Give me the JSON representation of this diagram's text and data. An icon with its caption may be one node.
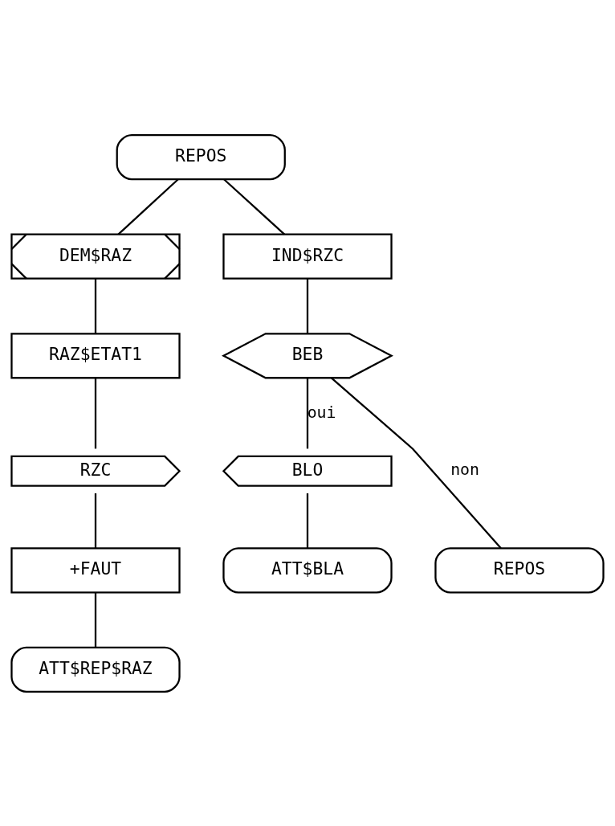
{
  "diagram": {
    "nodes": [
      {
        "text": [
          "REPOS"
        ]
      },
      {
        "text": [
          "DEM$RAZ"
        ]
      },
      {
        "text": [
          "IND$RZC"
        ]
      },
      {
        "text": [
          "RAZ$ETAT1"
        ]
      },
      {
        "text": [
          "BEB"
        ]
      },
      {
        "text": [
          "RZC"
        ]
      },
      {
        "text": [
          "BLO"
        ]
      },
      {
        "text": [
          "+FAUT"
        ]
      },
      {
        "text": [
          "REPOS"
        ]
      },
      {
        "text": [
          "ATT$BLA"
        ]
      },
      {
        "text": [
          "ATT$REP$RAZ"
        ]
      }
    ],
    "edges": [
      {
        "from": 0,
        "to": 1,
        "arrow": "none"
      },
      {
        "from": 0,
        "to": 2,
        "arrow": "none"
      },
      {
        "from": 1,
        "to": 3,
        "arrow": "none"
      },
      {
        "from": 2,
        "to": 4,
        "arrow": "none"
      },
      {
        "from": 3,
        "to": 5,
        "arrow": "none"
      },
      {
        "from": 4,
        "to": 8,
        "label": "non",
        "arrow": "none"
      },
      {
        "from": 4,
        "to": 6,
        "label": "oui",
        "arrow": "none"
      },
      {
        "from": 5,
        "to": 7,
        "arrow": "none"
      },
      {
        "from": 6,
        "to": 9,
        "arrow": "none"
      },
      {
        "from": 7,
        "to": 10,
        "arrow": "none"
      }
    ]
  }
}
